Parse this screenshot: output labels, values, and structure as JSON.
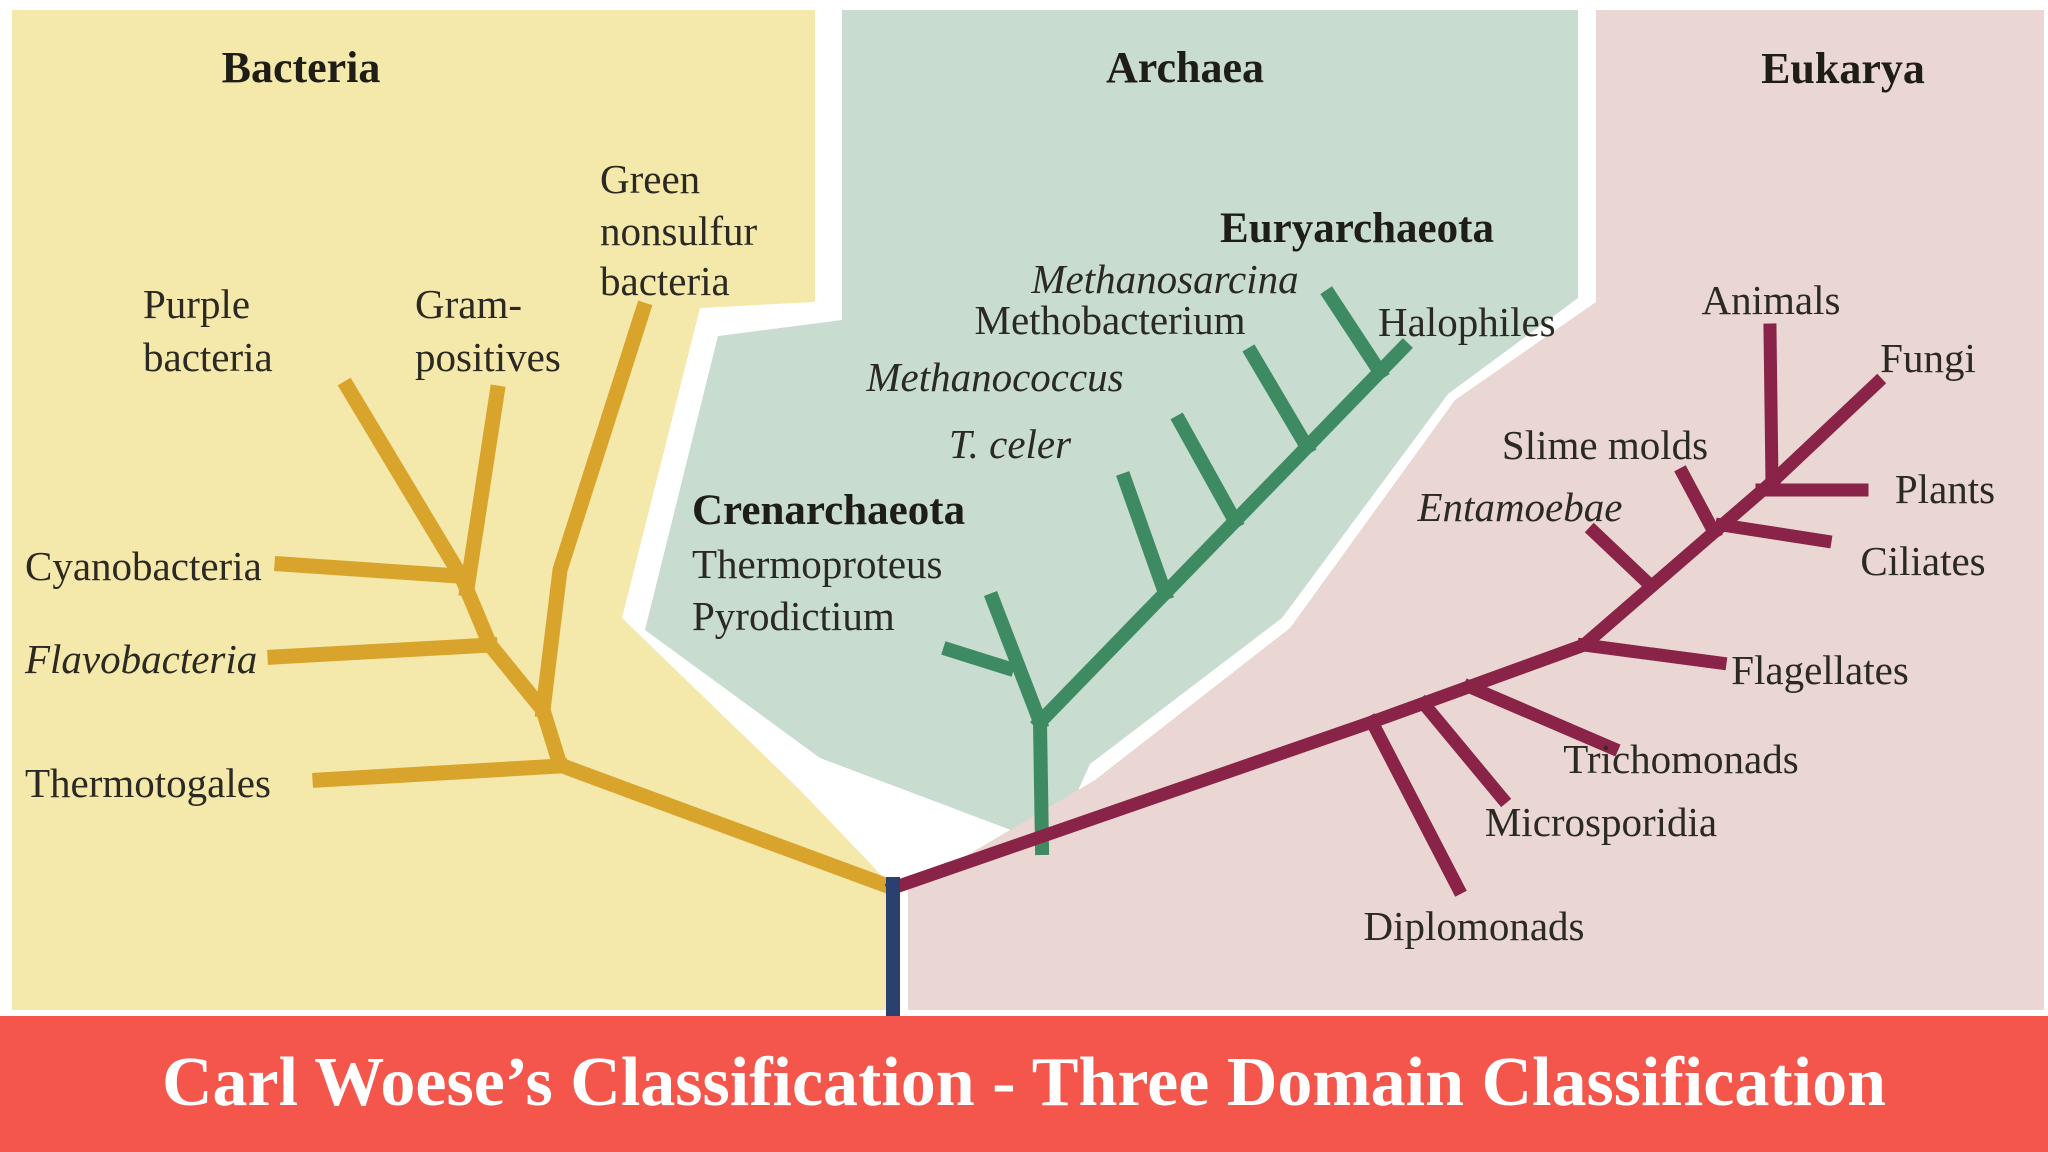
{
  "banner": {
    "text": "Carl Woese’s Classification - Three Domain Classification",
    "background": "#F5564C",
    "text_color": "#FFFFFF"
  },
  "colors": {
    "background": "#FFFFFF",
    "bacteria_region": "#F5E8AB",
    "archaea_region": "#C8DCD0",
    "eukarya_region": "#EAD7D4",
    "bacteria_branch": "#D8A42C",
    "archaea_branch": "#3E8B63",
    "eukarya_branch": "#8A2348",
    "root": "#2A4170",
    "label_text": "#2B2A22"
  },
  "tree": {
    "bacteria": {
      "title": "Bacteria",
      "taxa": {
        "purple_line1": "Purple",
        "purple_line2": "bacteria",
        "gram_line1": "Gram-",
        "gram_line2": "positives",
        "green_nonsulfur_line1": "Green",
        "green_nonsulfur_line2": "nonsulfur",
        "green_nonsulfur_line3": "bacteria",
        "cyanobacteria": "Cyanobacteria",
        "flavobacteria": "Flavobacteria",
        "thermotogales": "Thermotogales"
      }
    },
    "archaea": {
      "title": "Archaea",
      "clades": {
        "euryarchaeota": "Euryarchaeota",
        "crenarchaeota": "Crenarchaeota"
      },
      "taxa": {
        "methanosarcina": "Methanosarcina",
        "methobacterium": "Methobacterium",
        "methanococcus": "Methanococcus",
        "t_celer": "T. celer",
        "thermoproteus": "Thermoproteus",
        "pyrodictium": "Pyrodictium",
        "halophiles": "Halophiles"
      }
    },
    "eukarya": {
      "title": "Eukarya",
      "taxa": {
        "animals": "Animals",
        "fungi": "Fungi",
        "slime_molds": "Slime molds",
        "entamoebae": "Entamoebae",
        "plants": "Plants",
        "ciliates": "Ciliates",
        "flagellates": "Flagellates",
        "trichomonads": "Trichomonads",
        "microsporidia": "Microsporidia",
        "diplomonads": "Diplomonads"
      }
    }
  }
}
